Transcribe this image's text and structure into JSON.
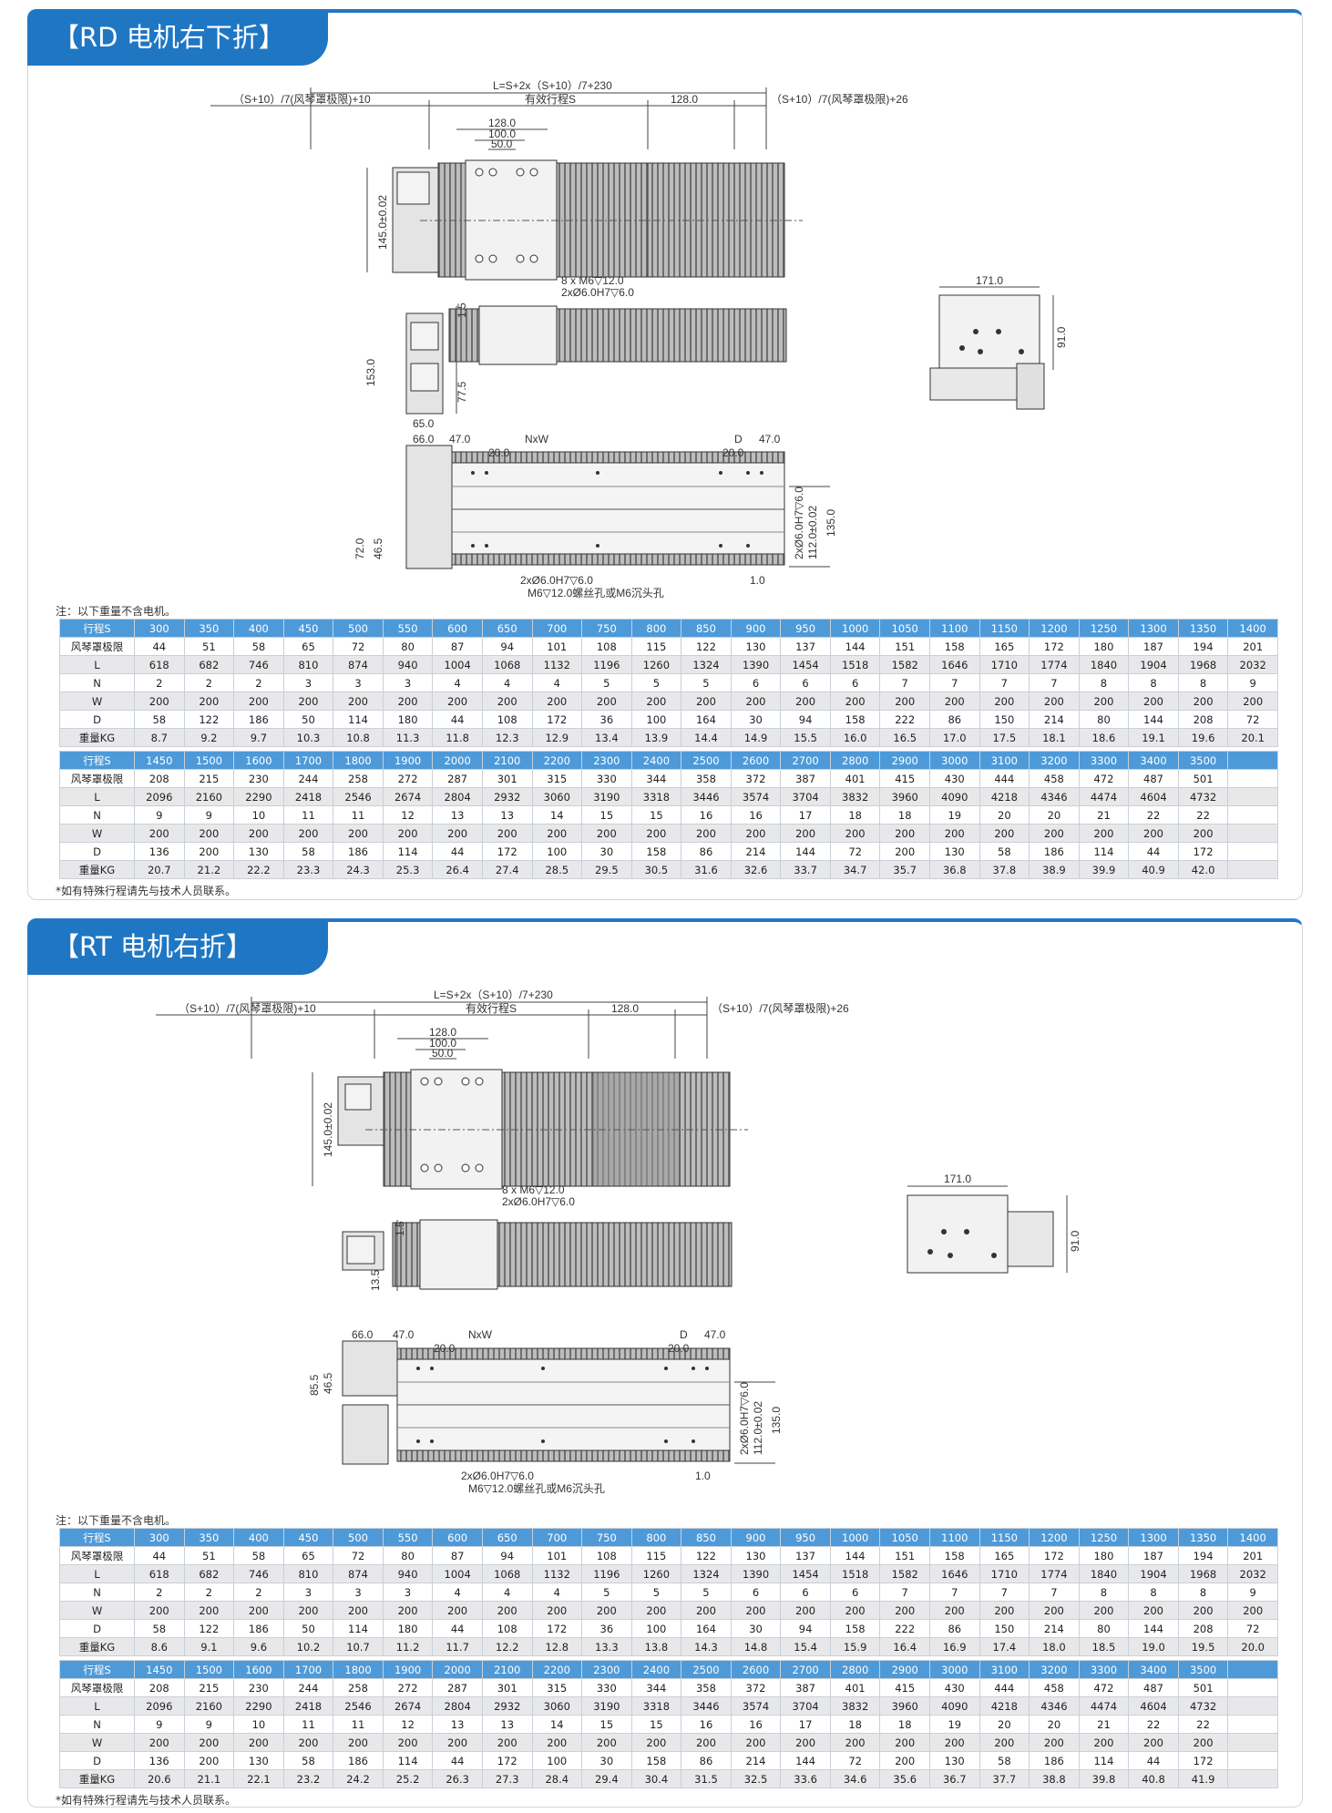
{
  "sections": [
    {
      "id": "rd",
      "title": "【RD 电机右下折】",
      "dims": {
        "total_length": "L=S+2x（S+10）/7+230",
        "left_bellows": "（S+10）/7(风琴罩极限)+10",
        "right_bellows": "（S+10）/7(风琴罩极限)+26",
        "effective_stroke": "有效行程S",
        "d128": "128.0",
        "d100": "100.0",
        "d50": "50.0",
        "height145": "145.0±0.02",
        "m6_holes": "8 x M6▽12.0",
        "pin_holes": "2xØ6.0H7▽6.0",
        "h153": "153.0",
        "h77": "77.5",
        "w65": "65.0",
        "t15": "1.5",
        "side_w171": "171.0",
        "side_h91": "91.0",
        "b66": "66.0",
        "b47": "47.0",
        "b20": "20.0",
        "nxw": "NxW",
        "d_label": "D",
        "b20r": "20.0",
        "b47r": "47.0",
        "h72": "72.0",
        "h46": "46.5",
        "pin_v": "2xØ6.0H7▽6.0",
        "h112": "112.0±0.02",
        "h135": "135.0",
        "t10": "1.0",
        "pin_bottom": "2xØ6.0H7▽6.0",
        "m6_bottom": "M6▽12.0螺丝孔或M6沉头孔"
      },
      "note_top": "注：以下重量不含电机。",
      "note_bottom": "*如有特殊行程请先与技术人员联系。",
      "table1": [
        {
          "label": "行程S",
          "cls": "head",
          "cells": [
            "300",
            "350",
            "400",
            "450",
            "500",
            "550",
            "600",
            "650",
            "700",
            "750",
            "800",
            "850",
            "900",
            "950",
            "1000",
            "1050",
            "1100",
            "1150",
            "1200",
            "1250",
            "1300",
            "1350",
            "1400"
          ]
        },
        {
          "label": "风琴罩极限",
          "cls": "plain",
          "cells": [
            "44",
            "51",
            "58",
            "65",
            "72",
            "80",
            "87",
            "94",
            "101",
            "108",
            "115",
            "122",
            "130",
            "137",
            "144",
            "151",
            "158",
            "165",
            "172",
            "180",
            "187",
            "194",
            "201"
          ]
        },
        {
          "label": "L",
          "cls": "shade",
          "cells": [
            "618",
            "682",
            "746",
            "810",
            "874",
            "940",
            "1004",
            "1068",
            "1132",
            "1196",
            "1260",
            "1324",
            "1390",
            "1454",
            "1518",
            "1582",
            "1646",
            "1710",
            "1774",
            "1840",
            "1904",
            "1968",
            "2032"
          ]
        },
        {
          "label": "N",
          "cls": "plain",
          "cells": [
            "2",
            "2",
            "2",
            "3",
            "3",
            "3",
            "4",
            "4",
            "4",
            "5",
            "5",
            "5",
            "6",
            "6",
            "6",
            "7",
            "7",
            "7",
            "7",
            "8",
            "8",
            "8",
            "9"
          ]
        },
        {
          "label": "W",
          "cls": "shade",
          "cells": [
            "200",
            "200",
            "200",
            "200",
            "200",
            "200",
            "200",
            "200",
            "200",
            "200",
            "200",
            "200",
            "200",
            "200",
            "200",
            "200",
            "200",
            "200",
            "200",
            "200",
            "200",
            "200",
            "200"
          ]
        },
        {
          "label": "D",
          "cls": "plain",
          "cells": [
            "58",
            "122",
            "186",
            "50",
            "114",
            "180",
            "44",
            "108",
            "172",
            "36",
            "100",
            "164",
            "30",
            "94",
            "158",
            "222",
            "86",
            "150",
            "214",
            "80",
            "144",
            "208",
            "72"
          ]
        },
        {
          "label": "重量KG",
          "cls": "shade",
          "cells": [
            "8.7",
            "9.2",
            "9.7",
            "10.3",
            "10.8",
            "11.3",
            "11.8",
            "12.3",
            "12.9",
            "13.4",
            "13.9",
            "14.4",
            "14.9",
            "15.5",
            "16.0",
            "16.5",
            "17.0",
            "17.5",
            "18.1",
            "18.6",
            "19.1",
            "19.6",
            "20.1"
          ]
        }
      ],
      "table2": [
        {
          "label": "行程S",
          "cls": "head",
          "cells": [
            "1450",
            "1500",
            "1600",
            "1700",
            "1800",
            "1900",
            "2000",
            "2100",
            "2200",
            "2300",
            "2400",
            "2500",
            "2600",
            "2700",
            "2800",
            "2900",
            "3000",
            "3100",
            "3200",
            "3300",
            "3400",
            "3500",
            ""
          ]
        },
        {
          "label": "风琴罩极限",
          "cls": "plain",
          "cells": [
            "208",
            "215",
            "230",
            "244",
            "258",
            "272",
            "287",
            "301",
            "315",
            "330",
            "344",
            "358",
            "372",
            "387",
            "401",
            "415",
            "430",
            "444",
            "458",
            "472",
            "487",
            "501",
            ""
          ]
        },
        {
          "label": "L",
          "cls": "shade",
          "cells": [
            "2096",
            "2160",
            "2290",
            "2418",
            "2546",
            "2674",
            "2804",
            "2932",
            "3060",
            "3190",
            "3318",
            "3446",
            "3574",
            "3704",
            "3832",
            "3960",
            "4090",
            "4218",
            "4346",
            "4474",
            "4604",
            "4732",
            ""
          ]
        },
        {
          "label": "N",
          "cls": "plain",
          "cells": [
            "9",
            "9",
            "10",
            "11",
            "11",
            "12",
            "13",
            "13",
            "14",
            "15",
            "15",
            "16",
            "16",
            "17",
            "18",
            "18",
            "19",
            "20",
            "20",
            "21",
            "22",
            "22",
            ""
          ]
        },
        {
          "label": "W",
          "cls": "shade",
          "cells": [
            "200",
            "200",
            "200",
            "200",
            "200",
            "200",
            "200",
            "200",
            "200",
            "200",
            "200",
            "200",
            "200",
            "200",
            "200",
            "200",
            "200",
            "200",
            "200",
            "200",
            "200",
            "200",
            ""
          ]
        },
        {
          "label": "D",
          "cls": "plain",
          "cells": [
            "136",
            "200",
            "130",
            "58",
            "186",
            "114",
            "44",
            "172",
            "100",
            "30",
            "158",
            "86",
            "214",
            "144",
            "72",
            "200",
            "130",
            "58",
            "186",
            "114",
            "44",
            "172",
            ""
          ]
        },
        {
          "label": "重量KG",
          "cls": "shade",
          "cells": [
            "20.7",
            "21.2",
            "22.2",
            "23.3",
            "24.3",
            "25.3",
            "26.4",
            "27.4",
            "28.5",
            "29.5",
            "30.5",
            "31.6",
            "32.6",
            "33.7",
            "34.7",
            "35.7",
            "36.8",
            "37.8",
            "38.9",
            "39.9",
            "40.9",
            "42.0",
            ""
          ]
        }
      ]
    },
    {
      "id": "rt",
      "title": "【RT 电机右折】",
      "dims": {
        "total_length": "L=S+2x（S+10）/7+230",
        "left_bellows": "（S+10）/7(风琴罩极限)+10",
        "right_bellows": "（S+10）/7(风琴罩极限)+26",
        "effective_stroke": "有效行程S",
        "d128": "128.0",
        "d100": "100.0",
        "d50": "50.0",
        "height145": "145.0±0.02",
        "m6_holes": "8 x M6▽12.0",
        "pin_holes": "2xØ6.0H7▽6.0",
        "t15": "1.5",
        "h135b": "13.5",
        "side_w171": "171.0",
        "side_h91": "91.0",
        "b66": "66.0",
        "b47": "47.0",
        "b20": "20.0",
        "nxw": "NxW",
        "d_label": "D",
        "b20r": "20.0",
        "b47r": "47.0",
        "h85": "85.5",
        "h46": "46.5",
        "pin_v": "2xØ6.0H7▽6.0",
        "h112": "112.0±0.02",
        "h135": "135.0",
        "t10": "1.0",
        "pin_bottom": "2xØ6.0H7▽6.0",
        "m6_bottom": "M6▽12.0螺丝孔或M6沉头孔"
      },
      "note_top": "注：以下重量不含电机。",
      "note_bottom": "*如有特殊行程请先与技术人员联系。",
      "table1": [
        {
          "label": "行程S",
          "cls": "head",
          "cells": [
            "300",
            "350",
            "400",
            "450",
            "500",
            "550",
            "600",
            "650",
            "700",
            "750",
            "800",
            "850",
            "900",
            "950",
            "1000",
            "1050",
            "1100",
            "1150",
            "1200",
            "1250",
            "1300",
            "1350",
            "1400"
          ]
        },
        {
          "label": "风琴罩极限",
          "cls": "plain",
          "cells": [
            "44",
            "51",
            "58",
            "65",
            "72",
            "80",
            "87",
            "94",
            "101",
            "108",
            "115",
            "122",
            "130",
            "137",
            "144",
            "151",
            "158",
            "165",
            "172",
            "180",
            "187",
            "194",
            "201"
          ]
        },
        {
          "label": "L",
          "cls": "shade",
          "cells": [
            "618",
            "682",
            "746",
            "810",
            "874",
            "940",
            "1004",
            "1068",
            "1132",
            "1196",
            "1260",
            "1324",
            "1390",
            "1454",
            "1518",
            "1582",
            "1646",
            "1710",
            "1774",
            "1840",
            "1904",
            "1968",
            "2032"
          ]
        },
        {
          "label": "N",
          "cls": "plain",
          "cells": [
            "2",
            "2",
            "2",
            "3",
            "3",
            "3",
            "4",
            "4",
            "4",
            "5",
            "5",
            "5",
            "6",
            "6",
            "6",
            "7",
            "7",
            "7",
            "7",
            "8",
            "8",
            "8",
            "9"
          ]
        },
        {
          "label": "W",
          "cls": "shade",
          "cells": [
            "200",
            "200",
            "200",
            "200",
            "200",
            "200",
            "200",
            "200",
            "200",
            "200",
            "200",
            "200",
            "200",
            "200",
            "200",
            "200",
            "200",
            "200",
            "200",
            "200",
            "200",
            "200",
            "200"
          ]
        },
        {
          "label": "D",
          "cls": "plain",
          "cells": [
            "58",
            "122",
            "186",
            "50",
            "114",
            "180",
            "44",
            "108",
            "172",
            "36",
            "100",
            "164",
            "30",
            "94",
            "158",
            "222",
            "86",
            "150",
            "214",
            "80",
            "144",
            "208",
            "72"
          ]
        },
        {
          "label": "重量KG",
          "cls": "shade",
          "cells": [
            "8.6",
            "9.1",
            "9.6",
            "10.2",
            "10.7",
            "11.2",
            "11.7",
            "12.2",
            "12.8",
            "13.3",
            "13.8",
            "14.3",
            "14.8",
            "15.4",
            "15.9",
            "16.4",
            "16.9",
            "17.4",
            "18.0",
            "18.5",
            "19.0",
            "19.5",
            "20.0"
          ]
        }
      ],
      "table2": [
        {
          "label": "行程S",
          "cls": "head",
          "cells": [
            "1450",
            "1500",
            "1600",
            "1700",
            "1800",
            "1900",
            "2000",
            "2100",
            "2200",
            "2300",
            "2400",
            "2500",
            "2600",
            "2700",
            "2800",
            "2900",
            "3000",
            "3100",
            "3200",
            "3300",
            "3400",
            "3500",
            ""
          ]
        },
        {
          "label": "风琴罩极限",
          "cls": "plain",
          "cells": [
            "208",
            "215",
            "230",
            "244",
            "258",
            "272",
            "287",
            "301",
            "315",
            "330",
            "344",
            "358",
            "372",
            "387",
            "401",
            "415",
            "430",
            "444",
            "458",
            "472",
            "487",
            "501",
            ""
          ]
        },
        {
          "label": "L",
          "cls": "shade",
          "cells": [
            "2096",
            "2160",
            "2290",
            "2418",
            "2546",
            "2674",
            "2804",
            "2932",
            "3060",
            "3190",
            "3318",
            "3446",
            "3574",
            "3704",
            "3832",
            "3960",
            "4090",
            "4218",
            "4346",
            "4474",
            "4604",
            "4732",
            ""
          ]
        },
        {
          "label": "N",
          "cls": "plain",
          "cells": [
            "9",
            "9",
            "10",
            "11",
            "11",
            "12",
            "13",
            "13",
            "14",
            "15",
            "15",
            "16",
            "16",
            "17",
            "18",
            "18",
            "19",
            "20",
            "20",
            "21",
            "22",
            "22",
            ""
          ]
        },
        {
          "label": "W",
          "cls": "shade",
          "cells": [
            "200",
            "200",
            "200",
            "200",
            "200",
            "200",
            "200",
            "200",
            "200",
            "200",
            "200",
            "200",
            "200",
            "200",
            "200",
            "200",
            "200",
            "200",
            "200",
            "200",
            "200",
            "200",
            ""
          ]
        },
        {
          "label": "D",
          "cls": "plain",
          "cells": [
            "136",
            "200",
            "130",
            "58",
            "186",
            "114",
            "44",
            "172",
            "100",
            "30",
            "158",
            "86",
            "214",
            "144",
            "72",
            "200",
            "130",
            "58",
            "186",
            "114",
            "44",
            "172",
            ""
          ]
        },
        {
          "label": "重量KG",
          "cls": "shade",
          "cells": [
            "20.6",
            "21.1",
            "22.1",
            "23.2",
            "24.2",
            "25.2",
            "26.3",
            "27.3",
            "28.4",
            "29.4",
            "30.4",
            "31.5",
            "32.5",
            "33.6",
            "34.6",
            "35.6",
            "36.7",
            "37.7",
            "38.8",
            "39.8",
            "40.8",
            "41.9",
            ""
          ]
        }
      ]
    }
  ]
}
